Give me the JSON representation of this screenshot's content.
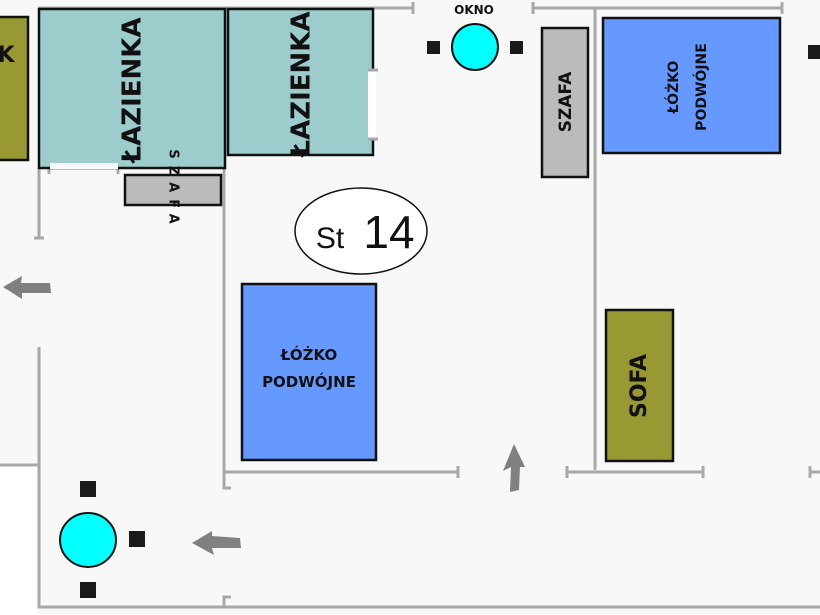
{
  "title": "St 14",
  "colors": {
    "bathroom": "#9ccccc",
    "bed": "#6699ff",
    "sofa": "#999933",
    "wardrobe": "#bbbbbb",
    "lamp": "#00ffff",
    "wall": "#a8a8a8",
    "arrow": "#808080"
  },
  "labels": {
    "partial_left": "K",
    "bathroom_1": "ŁAZIENKA",
    "bathroom_2": "ŁAZIENKA",
    "small_wardrobe": "SZAFA",
    "window": "OKNO",
    "wardrobe": "SZAFA",
    "bed_top_line1": "ŁÓŻKO",
    "bed_top_line2": "PODWÓJNE",
    "bed_center_line1": "ŁÓŻKO",
    "bed_center_line2": "PODWÓJNE",
    "sofa": "SOFA",
    "room_prefix": "St",
    "room_number": "14"
  }
}
